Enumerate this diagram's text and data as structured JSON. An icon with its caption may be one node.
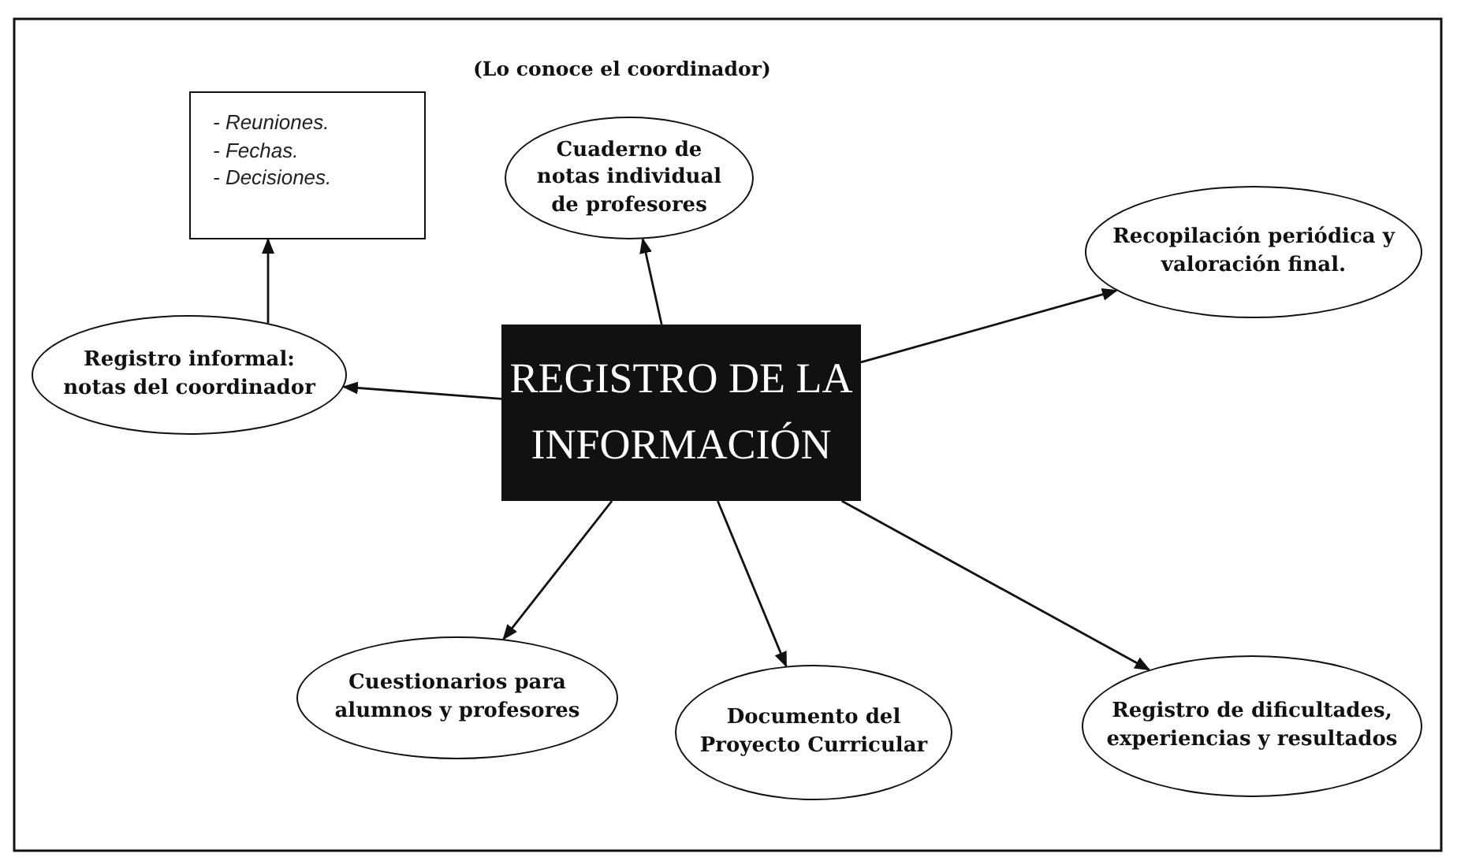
{
  "diagram": {
    "nodes": [
      {
        "text": [
          "REGISTRO DE LA INFORMACIÓN"
        ]
      },
      {
        "text": [
          "Cuaderno de notas individual de profesores"
        ],
        "beside": [
          "(Lo conoce el coordinador)"
        ]
      },
      {
        "text": [
          "- Reuniones.",
          "- Fechas.",
          "- Decisiones."
        ]
      },
      {
        "text": [
          "Registro informal: notas del coordinador"
        ]
      },
      {
        "text": [
          "Recopilación periódica y valoración final."
        ]
      },
      {
        "text": [
          "Cuestionarios para alumnos y profesores"
        ]
      },
      {
        "text": [
          "Documento del Proyecto Curricular"
        ]
      },
      {
        "text": [
          "Registro de dificultades, experiencias y resultados"
        ]
      }
    ],
    "edges": [
      {
        "from": 0,
        "to": 1,
        "arrow": "to"
      },
      {
        "from": 0,
        "to": 3,
        "arrow": "to"
      },
      {
        "from": 3,
        "to": 2,
        "arrow": "to"
      },
      {
        "from": 0,
        "to": 4,
        "arrow": "to"
      },
      {
        "from": 0,
        "to": 5,
        "arrow": "to"
      },
      {
        "from": 0,
        "to": 6,
        "arrow": "to"
      },
      {
        "from": 0,
        "to": 7,
        "arrow": "to"
      }
    ]
  }
}
